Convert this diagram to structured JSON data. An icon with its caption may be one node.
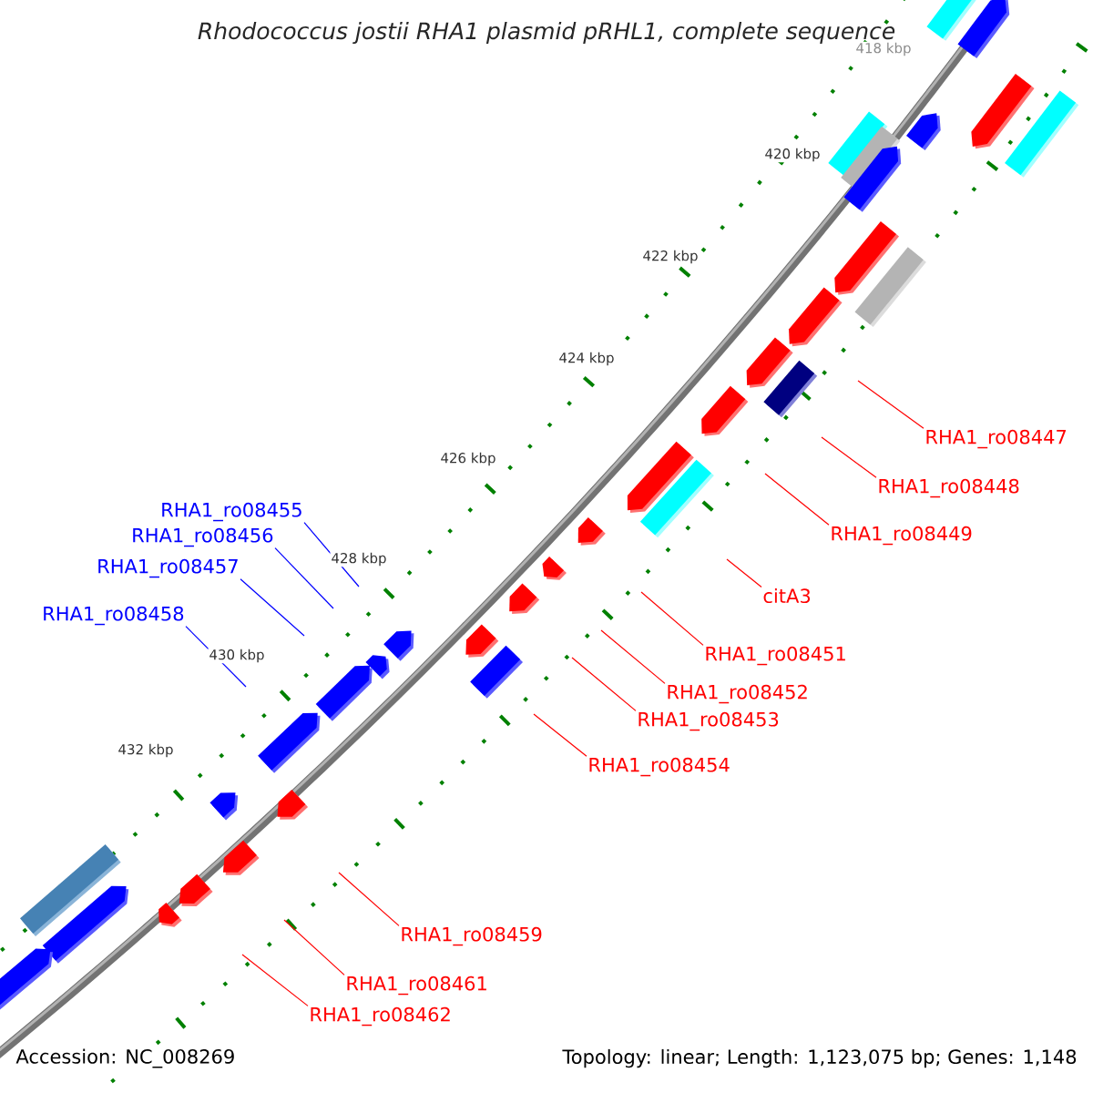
{
  "diagram": {
    "title": "Rhodococcus jostii RHA1 plasmid pRHL1, complete sequence",
    "nodes": [
      {
        "text": [
          "RHA1_ro08447"
        ]
      },
      {
        "text": [
          "RHA1_ro08448"
        ]
      },
      {
        "text": [
          "RHA1_ro08455"
        ]
      },
      {
        "text": [
          "RHA1_ro08449"
        ]
      },
      {
        "text": [
          "RHA1_ro08456"
        ]
      },
      {
        "text": [
          "RHA1_ro08457"
        ]
      },
      {
        "text": [
          "citA3"
        ]
      },
      {
        "text": [
          "RHA1_ro08458"
        ]
      },
      {
        "text": [
          "RHA1_ro08451"
        ]
      },
      {
        "text": [
          "RHA1_ro08452"
        ]
      },
      {
        "text": [
          "RHA1_ro08453"
        ]
      },
      {
        "text": [
          "RHA1_ro08454"
        ]
      },
      {
        "text": [
          "RHA1_ro08459"
        ]
      },
      {
        "text": [
          "RHA1_ro08461"
        ]
      },
      {
        "text": [
          "RHA1_ro08462"
        ]
      }
    ],
    "edges": [
      {
        "from": 0,
        "to": null,
        "arrow": "none"
      },
      {
        "from": 1,
        "to": null,
        "arrow": "none"
      },
      {
        "from": 2,
        "to": null,
        "arrow": "none",
        "color": "#0000ff"
      },
      {
        "from": 3,
        "to": null,
        "arrow": "none"
      },
      {
        "from": 4,
        "to": null,
        "arrow": "none",
        "color": "#0000ff"
      },
      {
        "from": 5,
        "to": null,
        "arrow": "none",
        "color": "#0000ff"
      },
      {
        "from": 6,
        "to": null,
        "arrow": "none"
      },
      {
        "from": 7,
        "to": null,
        "arrow": "none",
        "color": "#0000ff"
      },
      {
        "from": 8,
        "to": null,
        "arrow": "none"
      },
      {
        "from": 9,
        "to": null,
        "arrow": "none"
      },
      {
        "from": 10,
        "to": null,
        "arrow": "none"
      },
      {
        "from": 11,
        "to": null,
        "arrow": "none"
      },
      {
        "from": 12,
        "to": null,
        "arrow": "none"
      },
      {
        "from": 13,
        "to": null,
        "arrow": "none"
      },
      {
        "from": 14,
        "to": null,
        "arrow": "none"
      }
    ],
    "labels": [
      "418 kbp",
      "420 kbp",
      "422 kbp",
      "424 kbp",
      "426 kbp",
      "428 kbp",
      "430 kbp",
      "432 kbp",
      "Accession: NC_008269",
      "Topology: linear; Length: 1,123,075 bp; Genes: 1,148"
    ]
  }
}
